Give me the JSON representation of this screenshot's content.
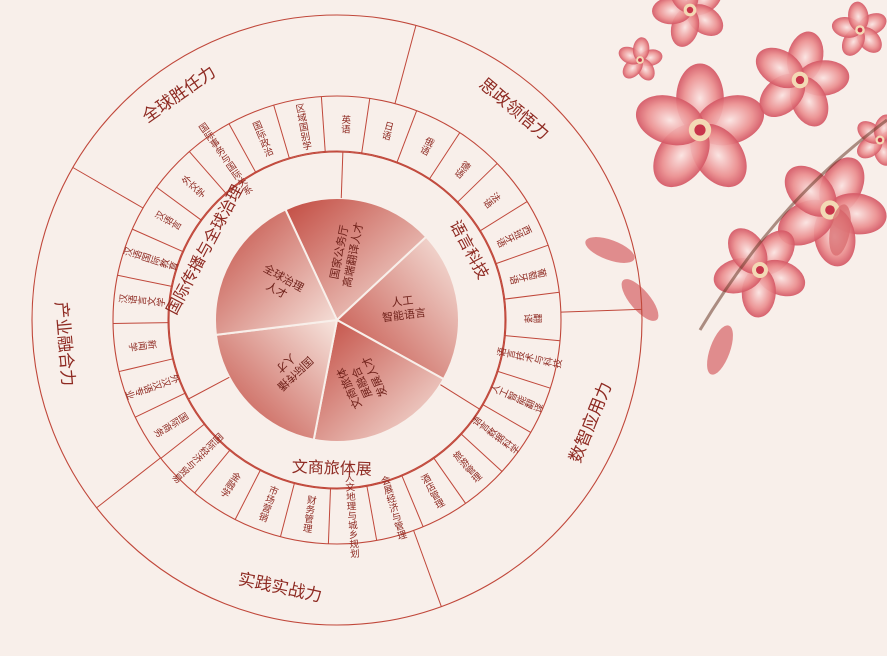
{
  "colors": {
    "background": "#f8efea",
    "line": "#c0473a",
    "text": "#8e2a22",
    "petal": "#e8858a",
    "petal_dark": "#c8344a",
    "segment_dark": "#c8574a",
    "segment_light": "#f6e3dc"
  },
  "outer_ring": [
    {
      "id": "global",
      "label": "全球胜任力"
    },
    {
      "id": "ideology",
      "label": "思政领悟力"
    },
    {
      "id": "digital",
      "label": "数智应用力"
    },
    {
      "id": "practice",
      "label": "实践实战力"
    },
    {
      "id": "industry",
      "label": "产业融合力"
    }
  ],
  "middle_ring": [
    {
      "id": "intl",
      "label": "国际传播与全球治理"
    },
    {
      "id": "lang",
      "label": "语言科技"
    },
    {
      "id": "culture",
      "label": "文商旅体展"
    }
  ],
  "courses": [
    "英语",
    "日语",
    "俄语",
    "德语",
    "法语",
    "西班牙语",
    "葡萄牙语",
    "翻译",
    "语言技术与科技",
    "人工智能翻译",
    "语言数据科学",
    "旅游管理",
    "酒店管理",
    "会展经济与管理",
    "人文地理与城乡规划",
    "财务管理",
    "市场营销",
    "金融学",
    "国际经济与贸易",
    "国际商务",
    "外汉汉语专业",
    "新闻学",
    "汉语言文学",
    "汉语国际教育",
    "汉语言",
    "外交学",
    "国际事务与国际关系",
    "国际政治",
    "区域国别学"
  ],
  "core_segments": [
    {
      "id": "c1",
      "label": "国家公务厅\n高端翻译人才"
    },
    {
      "id": "c2",
      "label": "人工\n智能语言"
    },
    {
      "id": "c3",
      "label": "文商旅体\n展融合\n发展人才"
    },
    {
      "id": "c4",
      "label": "国际传播\n人才"
    },
    {
      "id": "c5",
      "label": "全球治理\n人才"
    }
  ]
}
